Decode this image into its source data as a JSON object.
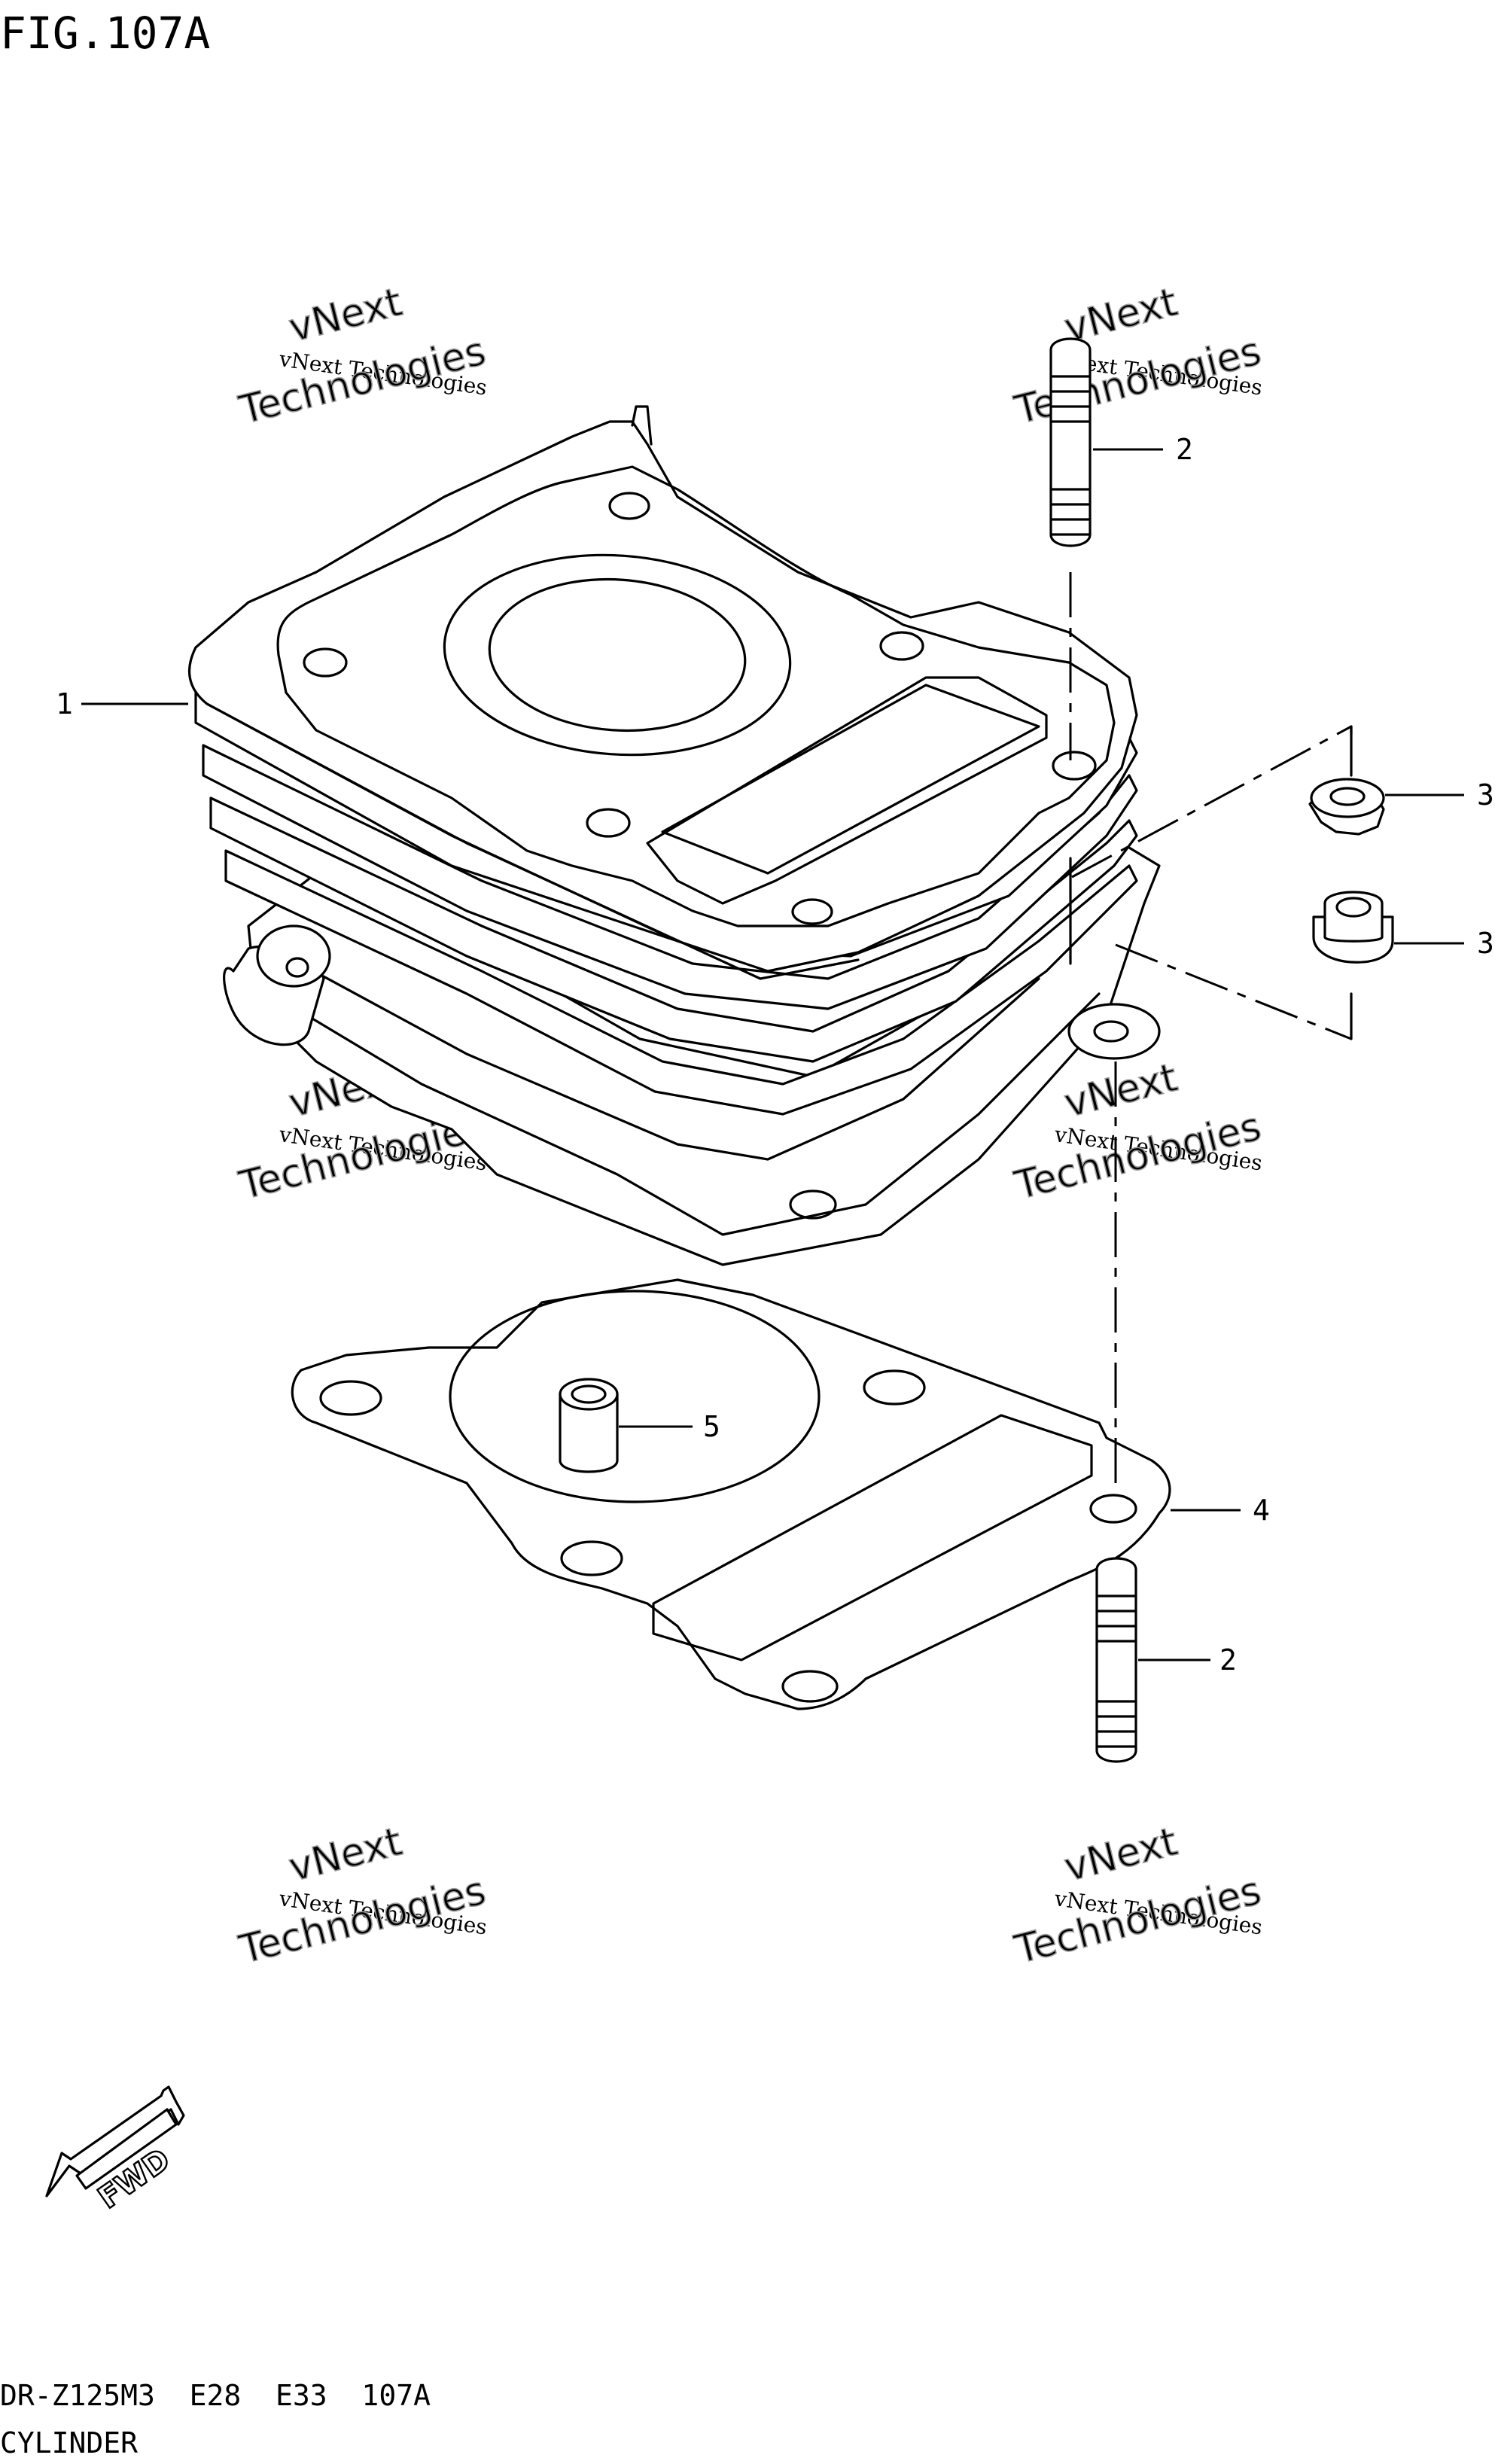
{
  "figure": {
    "title": "FIG.107A"
  },
  "callouts": [
    {
      "number": "1",
      "part": "cylinder"
    },
    {
      "number": "2",
      "part": "stud-upper"
    },
    {
      "number": "3",
      "part": "nut-upper"
    },
    {
      "number": "3",
      "part": "nut-lower"
    },
    {
      "number": "4",
      "part": "gasket"
    },
    {
      "number": "2",
      "part": "stud-lower"
    },
    {
      "number": "5",
      "part": "dowel-pin"
    }
  ],
  "watermark": {
    "line1": "vNext Technologies",
    "line2": "vNext",
    "line3": "Technologies"
  },
  "fwd_label": "FWD",
  "footer": {
    "model_line": "DR-Z125M3  E28  E33  107A",
    "section_name": "CYLINDER"
  }
}
